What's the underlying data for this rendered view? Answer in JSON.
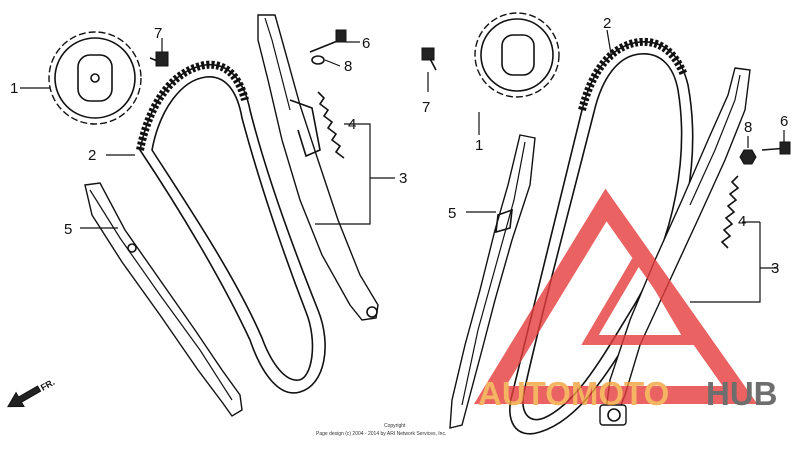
{
  "callouts": {
    "left": {
      "n1": "1",
      "n2": "2",
      "n3": "3",
      "n4": "4",
      "n5": "5",
      "n6": "6",
      "n7": "7",
      "n8": "8"
    },
    "right": {
      "n1": "1",
      "n2": "2",
      "n3": "3",
      "n4": "4",
      "n5": "5",
      "n6": "6",
      "n7": "7",
      "n8": "8"
    }
  },
  "direction_label": "FR.",
  "copyright": {
    "line1": "Copyright",
    "line2": "Page design (c) 2004 - 2014 by ARI Network Services, Inc."
  },
  "watermark": {
    "part1": "AUTOMOTO",
    "part2": "HUB",
    "color_red": "#e63b3b",
    "color_orange": "#f2a23a",
    "color_gray": "#4a4a4a"
  }
}
